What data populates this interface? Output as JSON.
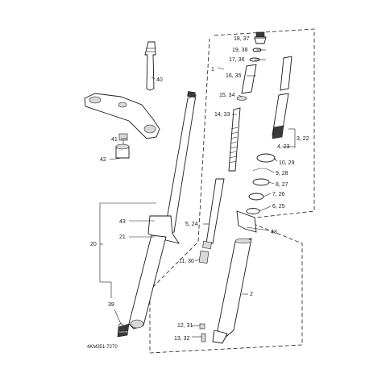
{
  "diagram": {
    "callouts": {
      "c1": "1",
      "c2": "2",
      "c3_22": "3, 22",
      "c4_23": "4, 23",
      "c5_24": "5, 24",
      "c6_25": "6, 25",
      "c7_26": "7, 26",
      "c8_27": "8, 27",
      "c9_28": "9, 28",
      "c10_29": "10, 29",
      "c11_30": "11, 30",
      "c12_31": "12, 31",
      "c13_32": "13, 32",
      "c14_33": "14, 33",
      "c15_34": "15, 34",
      "c16_35": "16, 35",
      "c17_36": "17, 36",
      "c18_37": "18, 37",
      "c19_38": "19, 38",
      "c20": "20",
      "c21": "21",
      "c39": "39",
      "c40": "40",
      "c41": "41",
      "c42": "42",
      "c43a": "43",
      "c43b": "43"
    },
    "drawing_code": "4KM351-7270",
    "badge_text": "LOCTITE"
  }
}
